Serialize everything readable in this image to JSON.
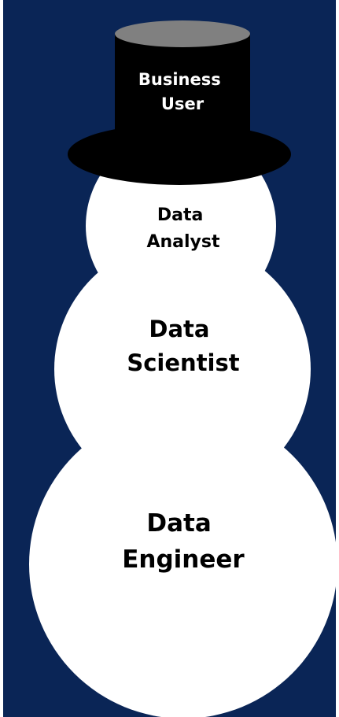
{
  "colors": {
    "background": "#0a2556",
    "snow": "#ffffff",
    "hat": "#000000",
    "hat_top": "#808080",
    "hat_text": "#ffffff",
    "body_text": "#000000"
  },
  "hat": {
    "line1": "Business",
    "line2": "User"
  },
  "head": {
    "line1": "Data",
    "line2": "Analyst"
  },
  "middle": {
    "line1": "Data",
    "line2": "Scientist"
  },
  "base": {
    "line1": "Data",
    "line2": "Engineer"
  }
}
